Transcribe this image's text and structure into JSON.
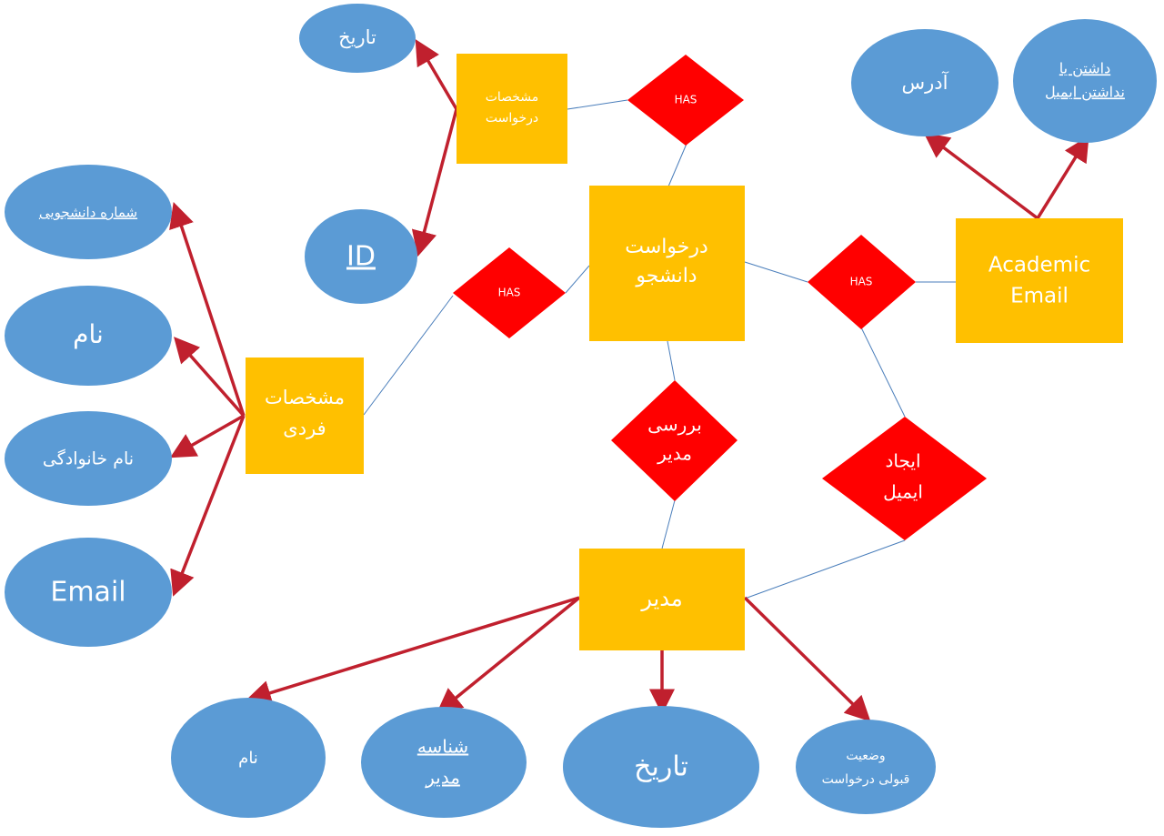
{
  "entities": {
    "request_specs": [
      "مشخصات",
      "درخواست"
    ],
    "student_request": [
      "درخواست",
      "دانشجو"
    ],
    "academic_email": [
      "Academic",
      "Email"
    ],
    "personal_specs": [
      "مشخصات",
      "فردی"
    ],
    "manager": "مدیر"
  },
  "relationships": {
    "has_top": "HAS",
    "has_left": "HAS",
    "has_right": "HAS",
    "manager_review": [
      "بررسی",
      "مدیر"
    ],
    "create_email": [
      "ایجاد",
      "ایمیل"
    ]
  },
  "attributes": {
    "request_date": "تاریخ",
    "request_id": "ID",
    "student_number": "شماره دانشجویی",
    "first_name": "نام",
    "last_name": "نام خانوادگی",
    "email": "Email",
    "address": "آدرس",
    "has_email": [
      "داشتن یا",
      "نداشتن ایمیل"
    ],
    "manager_name": "نام",
    "manager_id": [
      "شناسه",
      "مدیر"
    ],
    "review_date": "تاریخ",
    "acceptance_status": [
      "وضعیت",
      "قبولی درخواست"
    ]
  },
  "colors": {
    "entity": "#FFC000",
    "relationship": "#FF0000",
    "attribute": "#5B9BD5",
    "arrow": "#C0202E",
    "connector": "#4A7EBB"
  }
}
